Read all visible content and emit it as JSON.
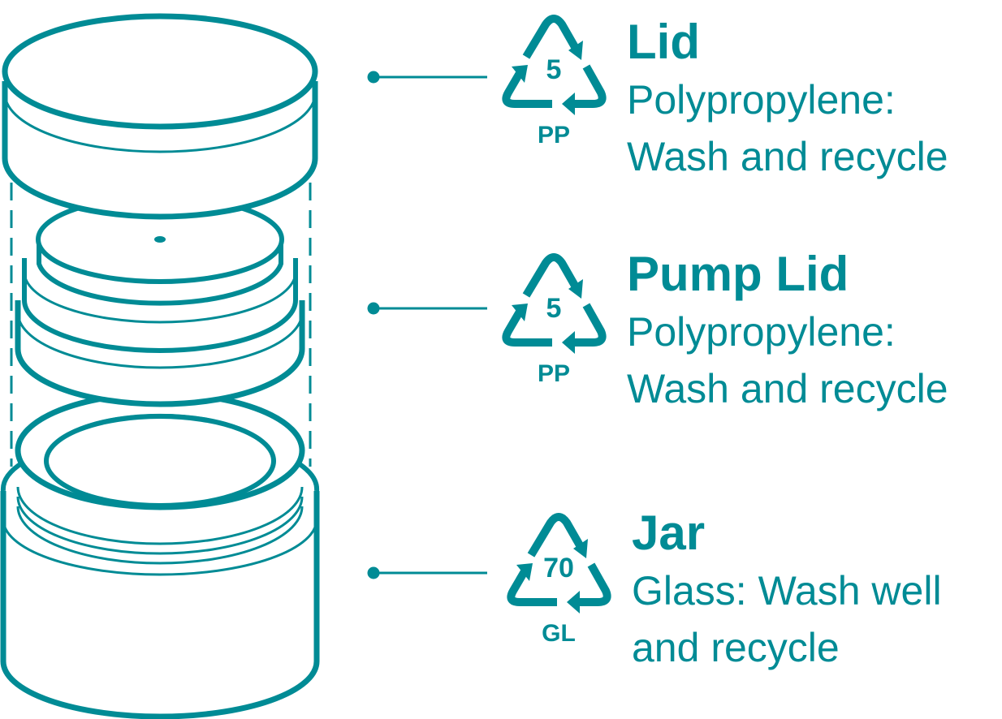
{
  "colors": {
    "accent": "#008b95",
    "background": "#ffffff"
  },
  "parts": [
    {
      "title": "Lid",
      "recycle_number": "5",
      "recycle_code": "PP",
      "description_lines": [
        "Polypropylene:",
        "Wash and recycle"
      ]
    },
    {
      "title": "Pump Lid",
      "recycle_number": "5",
      "recycle_code": "PP",
      "description_lines": [
        "Polypropylene:",
        "Wash and recycle"
      ]
    },
    {
      "title": "Jar",
      "recycle_number": "70",
      "recycle_code": "GL",
      "description_lines": [
        "Glass: Wash well",
        "and recycle"
      ]
    }
  ]
}
